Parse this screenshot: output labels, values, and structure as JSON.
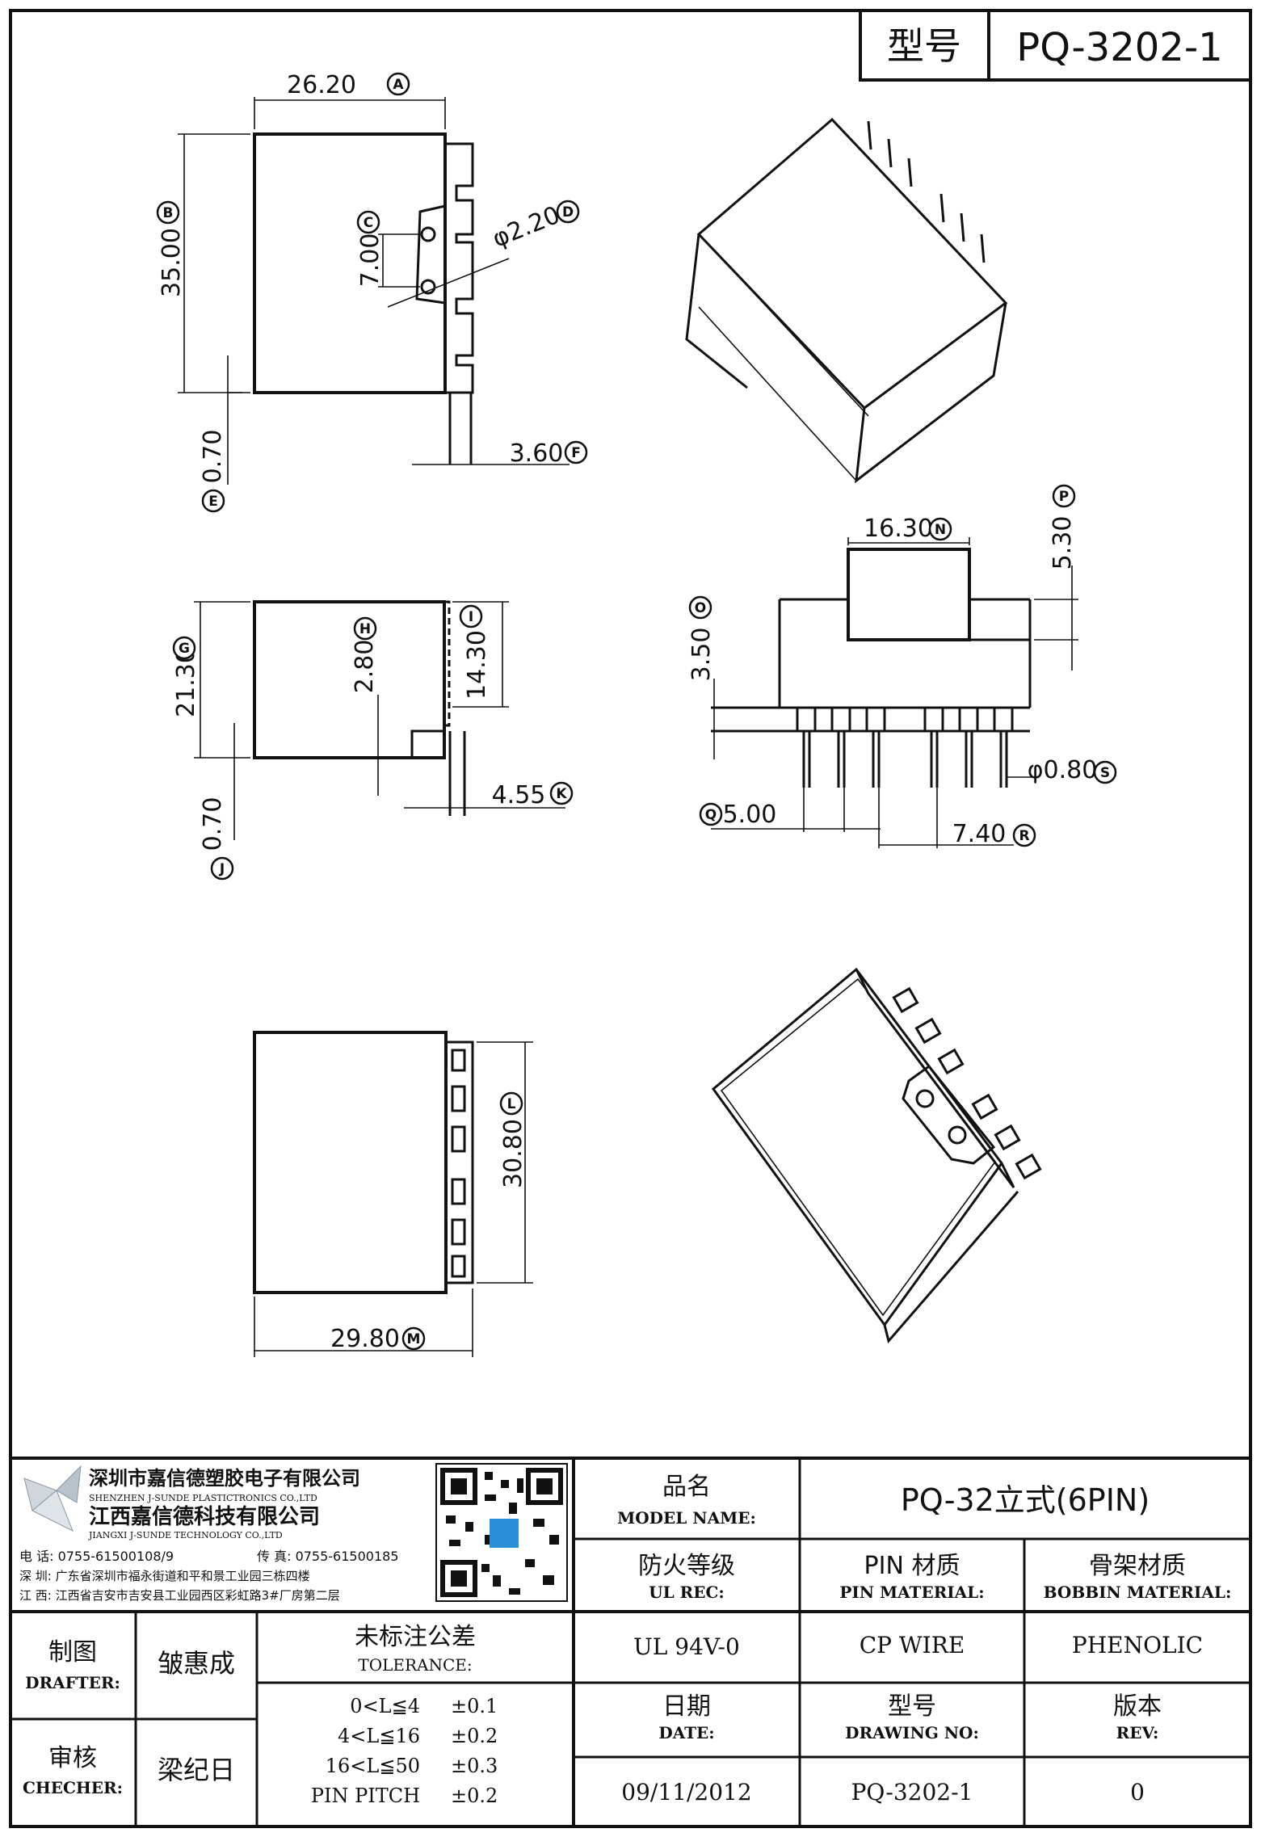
{
  "header": {
    "type_label": "型号",
    "type_value": "PQ-3202-1"
  },
  "dimensions": {
    "A": {
      "value": "26.20",
      "code": "A"
    },
    "B": {
      "value": "35.00",
      "code": "B"
    },
    "C": {
      "value": "7.00",
      "code": "C"
    },
    "D": {
      "value": "φ2.20",
      "code": "D"
    },
    "E": {
      "value": "0.70",
      "code": "E"
    },
    "F": {
      "value": "3.60",
      "code": "F"
    },
    "G": {
      "value": "21.30",
      "code": "G"
    },
    "H": {
      "value": "2.80",
      "code": "H"
    },
    "I": {
      "value": "14.30",
      "code": "I"
    },
    "J": {
      "value": "0.70",
      "code": "J"
    },
    "K": {
      "value": "4.55",
      "code": "K"
    },
    "L": {
      "value": "30.80",
      "code": "L"
    },
    "M": {
      "value": "29.80",
      "code": "M"
    },
    "N": {
      "value": "16.30",
      "code": "N"
    },
    "O": {
      "value": "3.50",
      "code": "O"
    },
    "P": {
      "value": "5.30",
      "code": "P"
    },
    "Q": {
      "value": "5.00",
      "code": "Q"
    },
    "R": {
      "value": "7.40",
      "code": "R"
    },
    "S": {
      "value": "φ0.80",
      "code": "S"
    }
  },
  "company": {
    "name_cn_1": "深圳市嘉信德塑胶电子有限公司",
    "name_en_1": "SHENZHEN J-SUNDE PLASTICTRONICS CO.,LTD",
    "name_cn_2": "江西嘉信德科技有限公司",
    "name_en_2": "JIANGXI J-SUNDE TECHNOLOGY CO.,LTD",
    "tel": "电 话: 0755-61500108/9",
    "fax": "传 真: 0755-61500185",
    "addr_sz": "深 圳: 广东省深圳市福永街道和平和景工业园三栋四楼",
    "addr_jx": "江 西: 江西省吉安市吉安县工业园西区彩虹路3#厂房第二层"
  },
  "title_block": {
    "model_name_cn": "品名",
    "model_name_en": "MODEL NAME:",
    "model_name_value": "PQ-32立式(6PIN)",
    "ul_cn": "防火等级",
    "ul_en": "UL REC:",
    "pin_cn": "PIN 材质",
    "pin_en": "PIN MATERIAL:",
    "bobbin_cn": "骨架材质",
    "bobbin_en": "BOBBIN MATERIAL:",
    "ul_value": "UL 94V-0",
    "pin_value": "CP WIRE",
    "bobbin_value": "PHENOLIC",
    "drafter_cn": "制图",
    "drafter_en": "DRAFTER:",
    "drafter_name": "皱惠成",
    "checker_cn": "审核",
    "checker_en": "CHECHER:",
    "checker_name": "梁纪日",
    "tolerance_cn": "未标注公差",
    "tolerance_en": "TOLERANCE:",
    "tolerances": [
      {
        "range": "0<L≦4",
        "tol": "±0.1"
      },
      {
        "range": "4<L≦16",
        "tol": "±0.2"
      },
      {
        "range": "16<L≦50",
        "tol": "±0.3"
      },
      {
        "range": "PIN PITCH",
        "tol": "±0.2"
      }
    ],
    "date_cn": "日期",
    "date_en": "DATE:",
    "date_value": "09/11/2012",
    "drawing_cn": "型号",
    "drawing_en": "DRAWING NO:",
    "drawing_value": "PQ-3202-1",
    "rev_cn": "版本",
    "rev_en": "REV:",
    "rev_value": "0"
  }
}
